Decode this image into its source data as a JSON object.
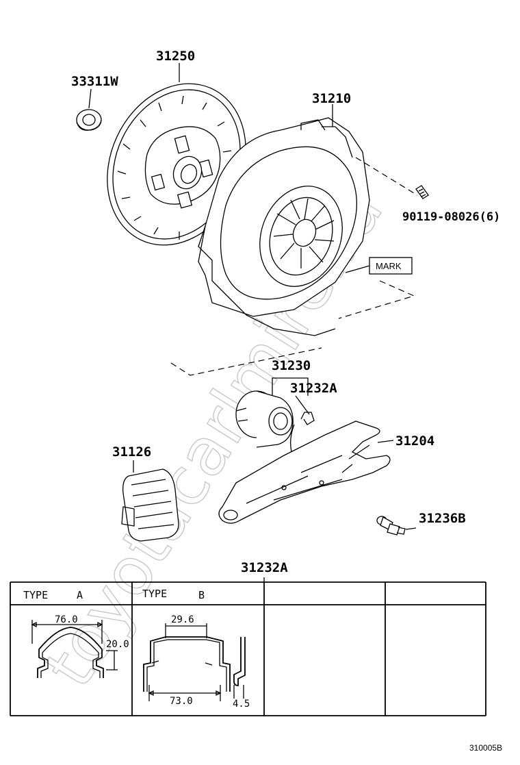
{
  "watermark": "toyotacarlmire.ru",
  "parts": {
    "p33311w": "33311W",
    "p31250": "31250",
    "p31210": "31210",
    "p90119": "90119-08026(6)",
    "mark": "MARK",
    "p31230": "31230",
    "p31232a": "31232A",
    "p31204": "31204",
    "p31126": "31126",
    "p31236b": "31236B"
  },
  "table": {
    "title": "31232A",
    "type_a": {
      "label": "TYPE",
      "letter": "A",
      "dim_width": "76.0",
      "dim_height": "20.0"
    },
    "type_b": {
      "label": "TYPE",
      "letter": "B",
      "dim_top": "29.6",
      "dim_bottom": "73.0",
      "dim_side": "4.5"
    }
  },
  "figure_code": "310005B"
}
